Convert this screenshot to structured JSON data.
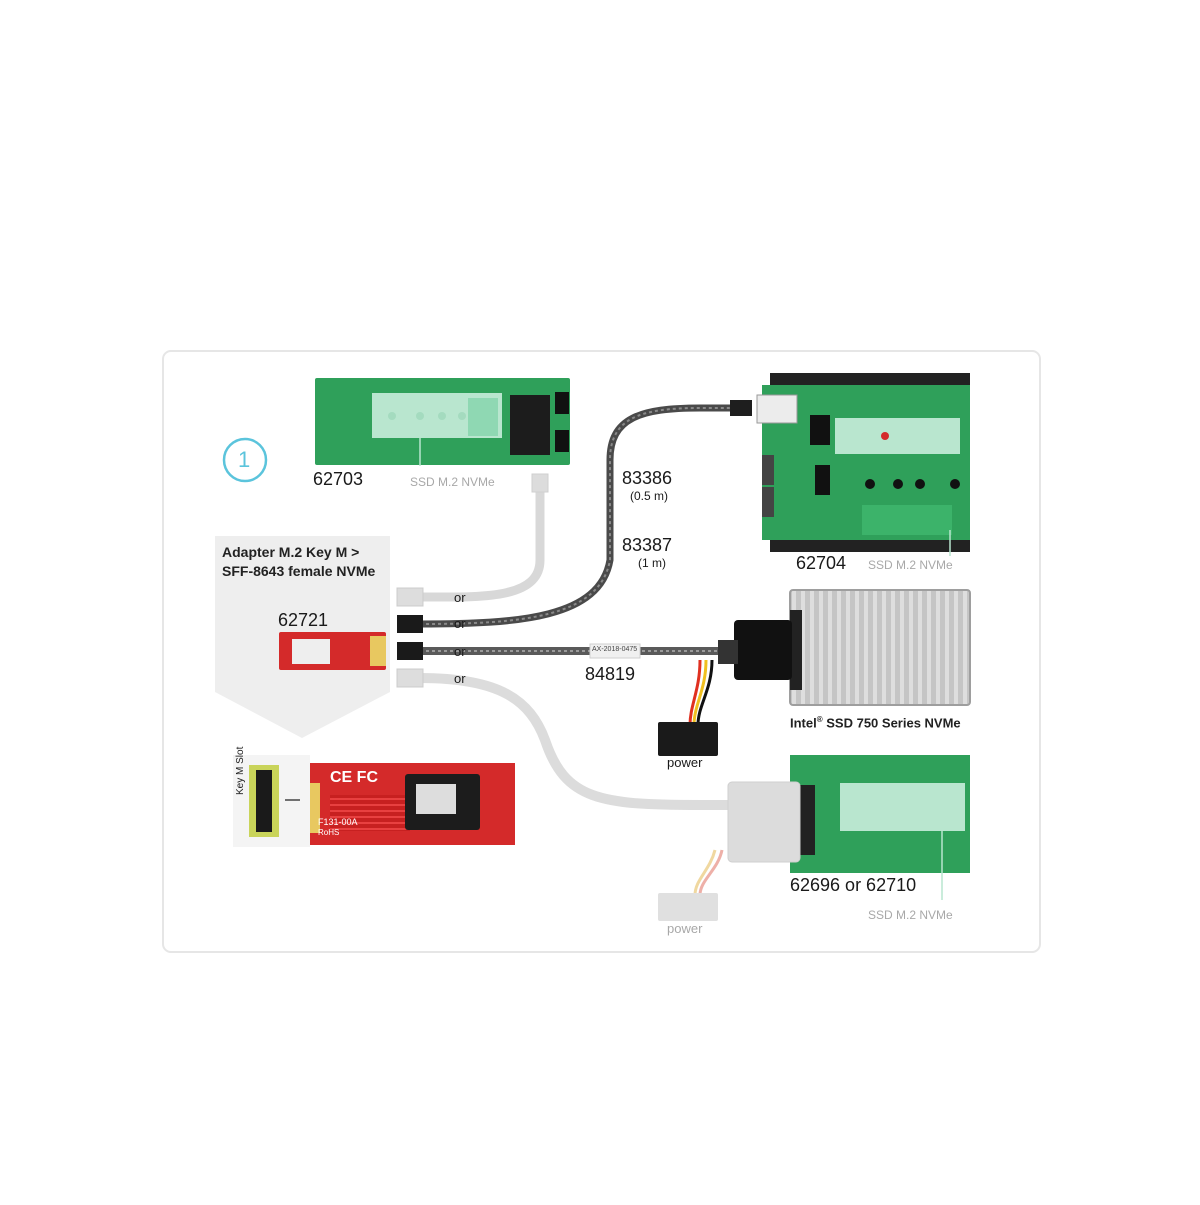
{
  "step_number": "1",
  "adapter_caption": {
    "line1": "Adapter M.2 Key M >",
    "line2": "SFF-8643 female NVMe"
  },
  "products": {
    "p62703": "62703",
    "p62704": "62704",
    "p62721": "62721",
    "p62696": "62696 or 62710"
  },
  "ssd_m2_label": "SSD M.2 NVMe",
  "cables": {
    "c83386": "83386",
    "c83386_len": "(0.5 m)",
    "c83387": "83387",
    "c83387_len": "(1 m)",
    "c84819": "84819",
    "or": "or"
  },
  "intel_ssd": {
    "brand": "Intel",
    "reg": "®",
    "name": " SSD 750 Series NVMe"
  },
  "power_label": "power",
  "board_text": {
    "key_m_slot": "Key M Slot",
    "ce_fc": "CE FC",
    "model": "F131-00A",
    "rohs": "RoHS",
    "cable_print": "AX-2018-0475"
  },
  "colors": {
    "pcb_green": "#2fa05a",
    "pcb_red": "#d42a2a",
    "step_circle": "#5bc4dc",
    "cable_dark": "#4a4a4a",
    "cable_light": "#d6d6d6",
    "heatsink": "#c9c9c9"
  }
}
